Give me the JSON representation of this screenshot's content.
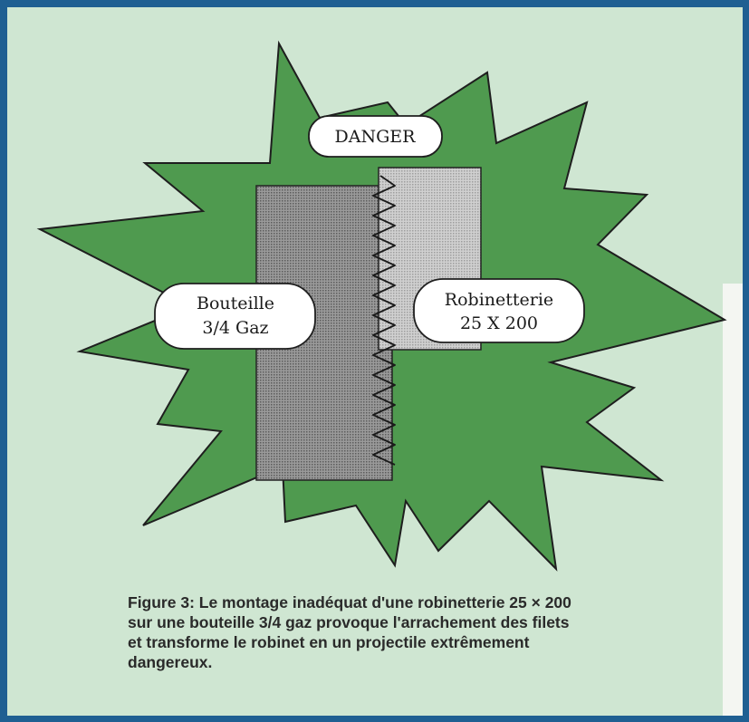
{
  "diagram": {
    "danger_label": "DANGER",
    "bottle_label_line1": "Bouteille",
    "bottle_label_line2": "3/4 Gaz",
    "valve_label_line1": "Robinetterie",
    "valve_label_line2": "25 X 200"
  },
  "caption": {
    "line1": "Figure 3: Le montage inadéquat d'une robinetterie 25 × 200",
    "line2": "sur une bouteille 3/4 gaz provoque l'arrachement des filets",
    "line3": "et transforme le robinet en un projectile extrêmement",
    "line4": "dangereux."
  },
  "colors": {
    "background": "#cfe6d2",
    "border": "#1f5f92",
    "starburst": "#4f9a4f",
    "bottle_block": "#8a8a8a",
    "valve_block": "#c7c7c7"
  }
}
